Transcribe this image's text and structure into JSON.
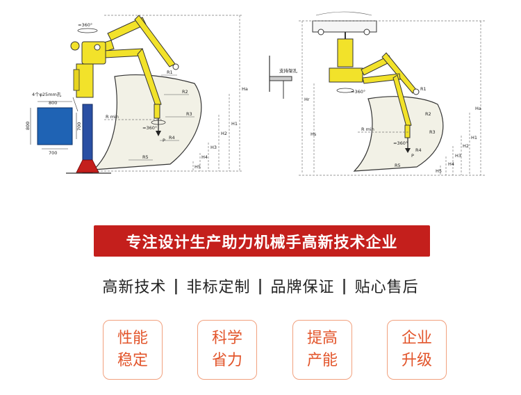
{
  "diagram_left": {
    "rotation": "≈360°",
    "load_rotation": "≈360°",
    "load": "P",
    "rmin": "R min",
    "radii": [
      "R1",
      "R2",
      "R3",
      "R4",
      "R5"
    ],
    "heights": [
      "Ha",
      "H1",
      "H2",
      "H3",
      "H4",
      "H5"
    ],
    "plate_note": "4个φ25mm孔",
    "dim_top": "800",
    "dim_left": "800",
    "dim_inner": "700",
    "dim_bottom": "700"
  },
  "diagram_right": {
    "rotation": "≈360°",
    "load_rotation": "≈360°",
    "load": "P",
    "rmin": "R min",
    "radii": [
      "R1",
      "R2",
      "R3",
      "R4",
      "R5"
    ],
    "heights": [
      "Hr",
      "Hs",
      "Ha",
      "H1",
      "H2",
      "H3",
      "H4",
      "H5"
    ],
    "support_label": "支持架孔"
  },
  "banner": {
    "text": "专注设计生产助力机械手高新技术企业"
  },
  "tagline": {
    "items": [
      "高新技术",
      "非标定制",
      "品牌保证",
      "贴心售后"
    ]
  },
  "features": [
    {
      "line1": "性能",
      "line2": "稳定"
    },
    {
      "line1": "科学",
      "line2": "省力"
    },
    {
      "line1": "提高",
      "line2": "产能"
    },
    {
      "line1": "企业",
      "line2": "升级"
    }
  ],
  "colors": {
    "banner": "#c41f1c",
    "accent": "#e2542a",
    "arm": "#f2e22a",
    "column": "#2a4fa3",
    "plate": "#1f63b4"
  }
}
